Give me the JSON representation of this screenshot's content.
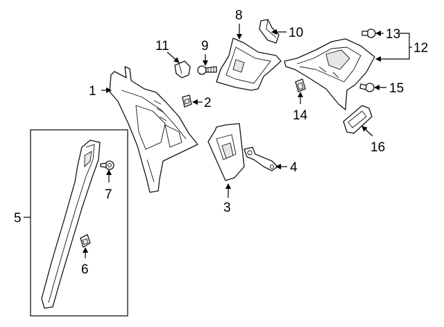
{
  "callouts": [
    "1",
    "2",
    "3",
    "4",
    "5",
    "6",
    "7",
    "8",
    "9",
    "10",
    "11",
    "12",
    "13",
    "14",
    "15",
    "16"
  ],
  "colors": {
    "line": "#111111",
    "background": "#ffffff",
    "shade": "#e6e6e6"
  }
}
